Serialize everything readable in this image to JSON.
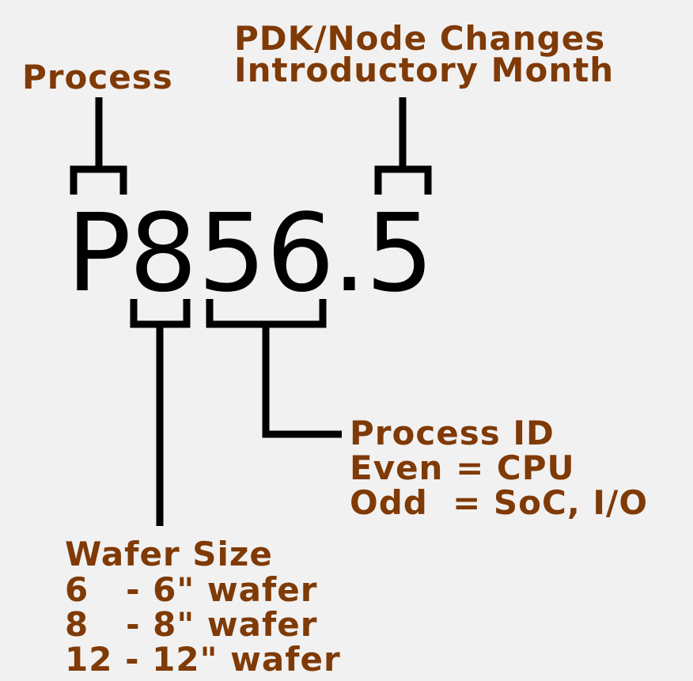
{
  "code": {
    "process": "P",
    "wafer": "8",
    "process_id": "56",
    "separator": ".",
    "month": "5"
  },
  "labels": {
    "process": "Process",
    "month": [
      "PDK/Node Changes",
      "Introductory Month"
    ],
    "process_id": [
      "Process ID",
      "Even = CPU",
      "Odd  = SoC, I/O"
    ],
    "wafer": [
      "Wafer Size",
      "6   - 6\" wafer",
      "8   - 8\" wafer",
      "12 - 12\" wafer"
    ]
  },
  "colors": {
    "label_text": "#7f3a06",
    "code_text": "#000000",
    "background": "#f2f1f1",
    "lines": "#000000"
  }
}
